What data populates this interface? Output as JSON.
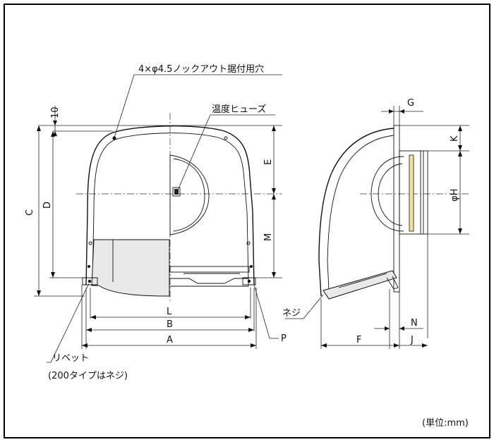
{
  "annotations": {
    "knockout_holes": "4×φ4.5ノックアウト据付用穴",
    "thermal_fuse": "温度ヒューズ",
    "screw": "ネジ",
    "rivet": "リベット",
    "rivet_note": "(200タイプはネジ)",
    "unit": "(単位:mm)"
  },
  "dimensions": {
    "ten": "10",
    "C": "C",
    "D": "D",
    "E": "E",
    "M": "M",
    "L": "L",
    "B": "B",
    "A": "A",
    "P": "P",
    "G": "G",
    "K": "K",
    "phiH": "φH",
    "F": "F",
    "N": "N",
    "J": "J"
  },
  "colors": {
    "line": "#111111",
    "shade": "#e9e9e9",
    "accent": "#f1e3a0"
  }
}
